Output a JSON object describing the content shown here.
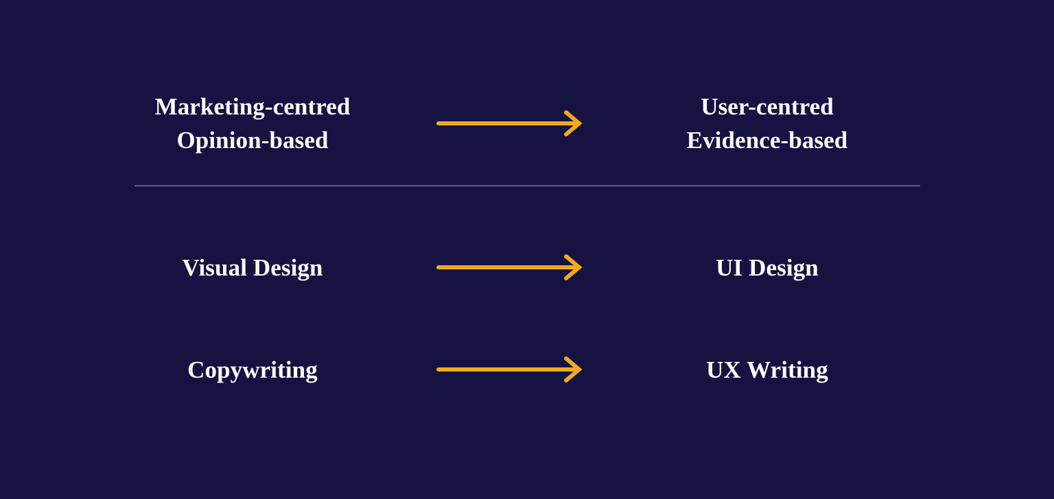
{
  "slide": {
    "background_color": "#161342",
    "text_color": "#fdfcfb",
    "arrow_color": "#eeab1d",
    "divider_color": "#5d6290"
  },
  "rows": [
    {
      "left_line1": "Marketing-centred",
      "left_line2": "Opinion-based",
      "arrow": "right-arrow-icon",
      "right_line1": "User-centred",
      "right_line2": "Evidence-based"
    },
    {
      "left_line1": "Visual Design",
      "left_line2": "",
      "arrow": "right-arrow-icon",
      "right_line1": "UI Design",
      "right_line2": ""
    },
    {
      "left_line1": "Copywriting",
      "left_line2": "",
      "arrow": "right-arrow-icon",
      "right_line1": "UX Writing",
      "right_line2": ""
    }
  ]
}
